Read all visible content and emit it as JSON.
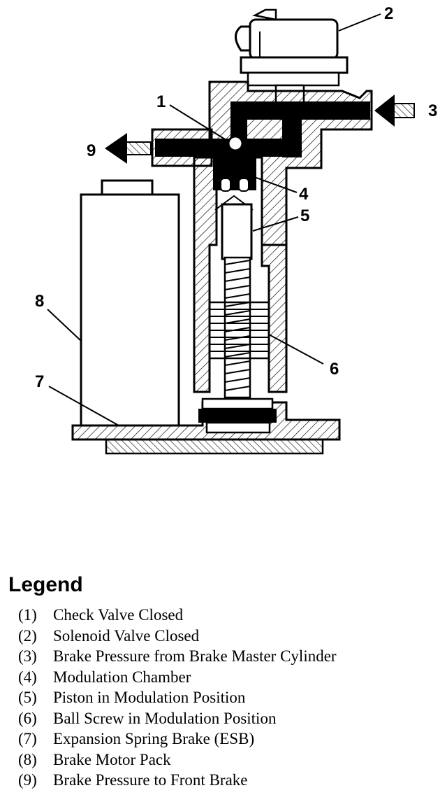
{
  "diagram": {
    "callouts": {
      "c1": "1",
      "c2": "2",
      "c3": "3",
      "c4": "4",
      "c5": "5",
      "c6": "6",
      "c7": "7",
      "c8": "8",
      "c9": "9"
    }
  },
  "legend": {
    "title": "Legend",
    "items": [
      {
        "num": "(1)",
        "text": "Check Valve Closed"
      },
      {
        "num": "(2)",
        "text": "Solenoid Valve Closed"
      },
      {
        "num": "(3)",
        "text": "Brake Pressure from Brake Master Cylinder"
      },
      {
        "num": "(4)",
        "text": "Modulation Chamber"
      },
      {
        "num": "(5)",
        "text": "Piston in Modulation Position"
      },
      {
        "num": "(6)",
        "text": "Ball Screw in Modulation Position"
      },
      {
        "num": "(7)",
        "text": "Expansion Spring Brake (ESB)"
      },
      {
        "num": "(8)",
        "text": "Brake Motor Pack"
      },
      {
        "num": "(9)",
        "text": "Brake Pressure to Front Brake"
      }
    ]
  }
}
